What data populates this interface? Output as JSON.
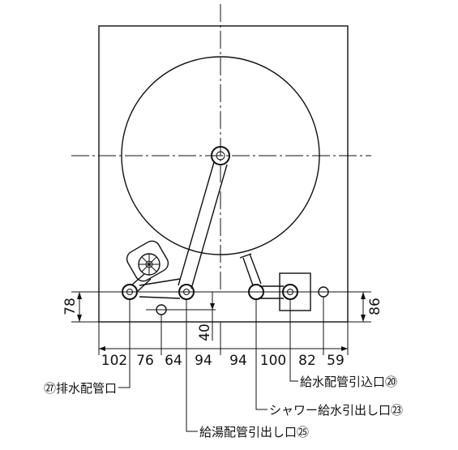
{
  "dimensions_bottom": [
    "102",
    "76",
    "64",
    "94",
    "94",
    "100",
    "82",
    "59"
  ],
  "dim_left_height": "78",
  "dim_right_height": "86",
  "dim_below": "40",
  "labels": {
    "drain": "㉗排水配管口",
    "hot_water_outlet": "給湯配管引出し口㉕",
    "shower_water_outlet": "シャワー給水引出し口㉓",
    "water_supply_inlet": "給水配管引込口⑳"
  }
}
